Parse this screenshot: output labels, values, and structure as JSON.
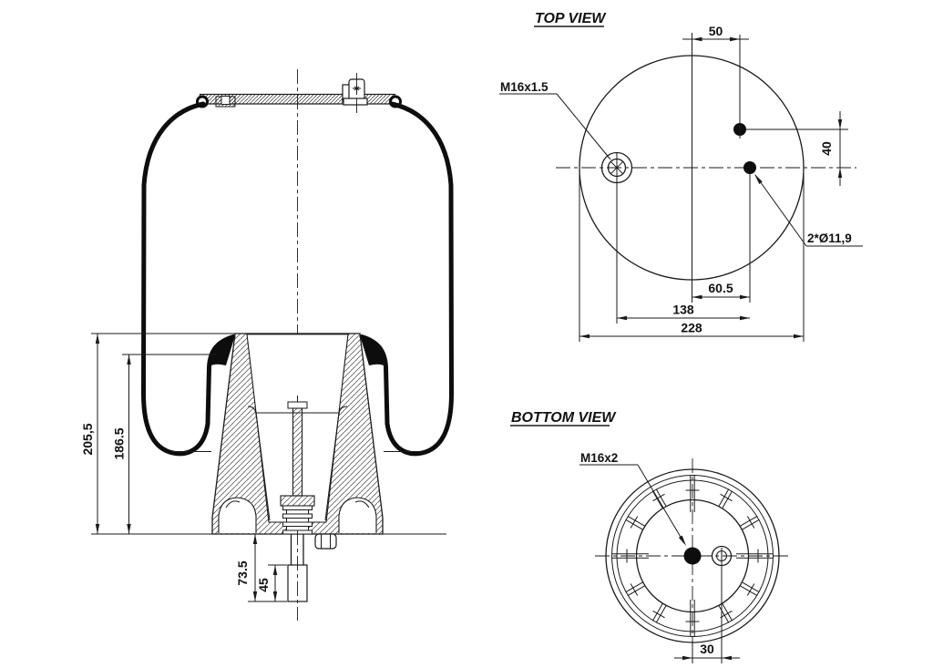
{
  "drawing": {
    "background": "#ffffff",
    "line_color": "#1a1a1a",
    "side_view": {
      "dims": {
        "overall_height": "205,5",
        "rolling_lobe_height": "186.5",
        "stud_length": "73.5",
        "thread_length": "45"
      }
    },
    "top_view": {
      "title": "TOP VIEW",
      "labels": {
        "air_fitting_thread": "M16x1.5",
        "bolt_holes": "2*Ø11,9"
      },
      "dims": {
        "bolt1_offset": "50",
        "bolt2_vertical_offset": "40",
        "bolt2_horizontal_offset": "60.5",
        "fitting_to_bolt": "138",
        "plate_diameter": "228"
      }
    },
    "bottom_view": {
      "title": "BOTTOM VIEW",
      "labels": {
        "center_stud_thread": "M16x2"
      },
      "dims": {
        "hole_offset": "30"
      }
    }
  }
}
